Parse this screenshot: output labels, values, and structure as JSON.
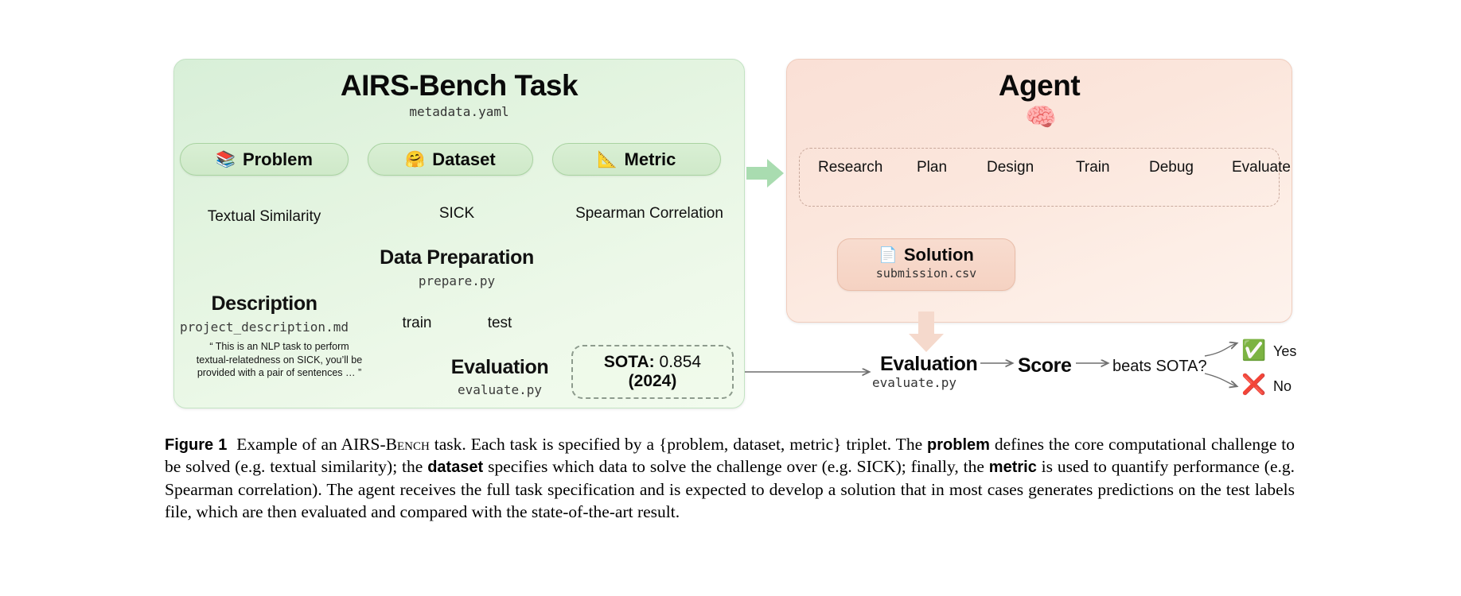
{
  "task_panel": {
    "title": "AIRS-Bench Task",
    "subtitle": "metadata.yaml",
    "chips": [
      {
        "emoji": "📚",
        "label": "Problem",
        "icon": "books-icon"
      },
      {
        "emoji": "🤗",
        "label": "Dataset",
        "icon": "hugging-face-icon"
      },
      {
        "emoji": "📐",
        "label": "Metric",
        "icon": "ruler-icon"
      }
    ],
    "problem_value": "Textual Similarity",
    "dataset_value": "SICK",
    "metric_value": "Spearman Correlation",
    "description": {
      "title": "Description",
      "file": "project_description.md",
      "quote": "“ This is an NLP task to perform textual-relatedness on SICK, you’ll be provided with a pair of sentences … ”"
    },
    "data_preparation": {
      "title": "Data Preparation",
      "file": "prepare.py",
      "outputs": [
        "train",
        "test"
      ]
    },
    "evaluation": {
      "title": "Evaluation",
      "file": "evaluate.py"
    },
    "sota": {
      "label": "SOTA:",
      "value": "0.854",
      "year": "(2024)"
    }
  },
  "agent_panel": {
    "title": "Agent",
    "emoji": "🧠",
    "icon": "brain-icon",
    "loop_steps": [
      "Research",
      "Plan",
      "Design",
      "Train",
      "Debug",
      "Evaluate"
    ],
    "solution": {
      "emoji": "📄",
      "icon": "document-icon",
      "label": "Solution",
      "file": "submission.csv"
    }
  },
  "result_row": {
    "evaluation_title": "Evaluation",
    "evaluation_file": "evaluate.py",
    "score_label": "Score",
    "question": "beats SOTA?",
    "yes_label": "Yes",
    "no_label": "No",
    "yes_glyph": "✅",
    "no_glyph": "❌"
  },
  "caption": {
    "figure_label": "Figure 1",
    "text_1": "Example of an AIRS-",
    "small_caps": "Bench",
    "text_2": " task. Each task is specified by a {problem, dataset, metric} triplet. The ",
    "bold_1": "problem",
    "text_3": " defines the core computational challenge to be solved (e.g. textual similarity); the ",
    "bold_2": "dataset",
    "text_4": " specifies which data to solve the challenge over (e.g. SICK); finally, the ",
    "bold_3": "metric",
    "text_5": " is used to quantify performance (e.g. Spearman correlation). The agent receives the full task specification and is expected to develop a solution that in most cases generates predictions on the test labels file, which are then evaluated and compared with the state-of-the-art result."
  },
  "colors": {
    "task_panel_bg": "#e3f4e0",
    "agent_panel_bg": "#fbe6dc",
    "chip_green": "#cfe9c9",
    "chip_peach": "#f5d2c2",
    "arrow_gray": "#8a9a8a",
    "green_arrow": "#a9dcb0",
    "peach_arrow": "#f5d9cc"
  }
}
